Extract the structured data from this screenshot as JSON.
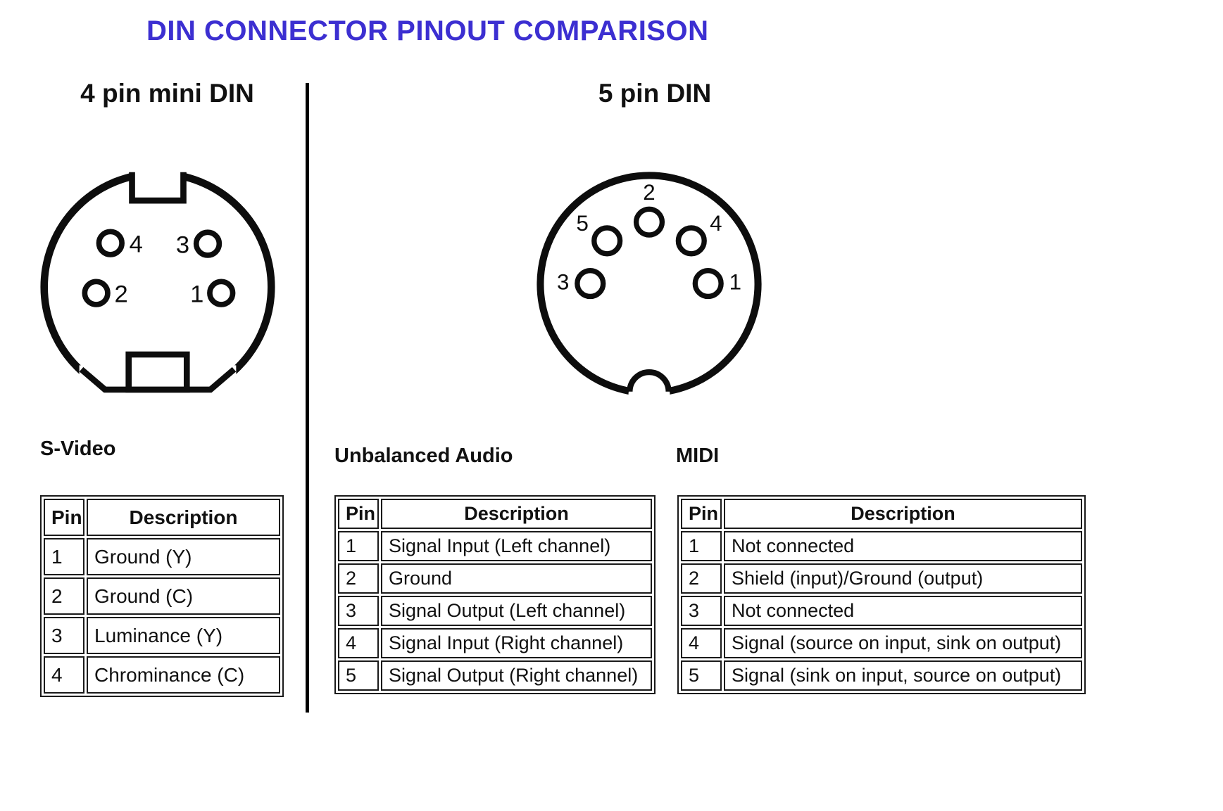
{
  "title": "DIN CONNECTOR PINOUT COMPARISON",
  "accent_color": "#3c2fd1",
  "left": {
    "heading": "4 pin mini DIN",
    "connector_label": "S-Video",
    "pins": [
      "4",
      "3",
      "2",
      "1"
    ],
    "table": {
      "headers": [
        "Pin",
        "Description"
      ],
      "rows": [
        [
          "1",
          "Ground (Y)"
        ],
        [
          "2",
          "Ground (C)"
        ],
        [
          "3",
          "Luminance (Y)"
        ],
        [
          "4",
          "Chrominance (C)"
        ]
      ]
    }
  },
  "right": {
    "heading": "5 pin DIN",
    "pins": [
      "2",
      "5",
      "4",
      "3",
      "1"
    ],
    "tables": [
      {
        "label": "Unbalanced Audio",
        "headers": [
          "Pin",
          "Description"
        ],
        "rows": [
          [
            "1",
            "Signal Input (Left channel)"
          ],
          [
            "2",
            "Ground"
          ],
          [
            "3",
            "Signal Output (Left channel)"
          ],
          [
            "4",
            "Signal Input (Right channel)"
          ],
          [
            "5",
            "Signal Output (Right channel)"
          ]
        ]
      },
      {
        "label": "MIDI",
        "headers": [
          "Pin",
          "Description"
        ],
        "rows": [
          [
            "1",
            "Not connected"
          ],
          [
            "2",
            "Shield (input)/Ground (output)"
          ],
          [
            "3",
            "Not connected"
          ],
          [
            "4",
            "Signal (source on input, sink on output)"
          ],
          [
            "5",
            "Signal (sink on input, source on output)"
          ]
        ]
      }
    ]
  }
}
